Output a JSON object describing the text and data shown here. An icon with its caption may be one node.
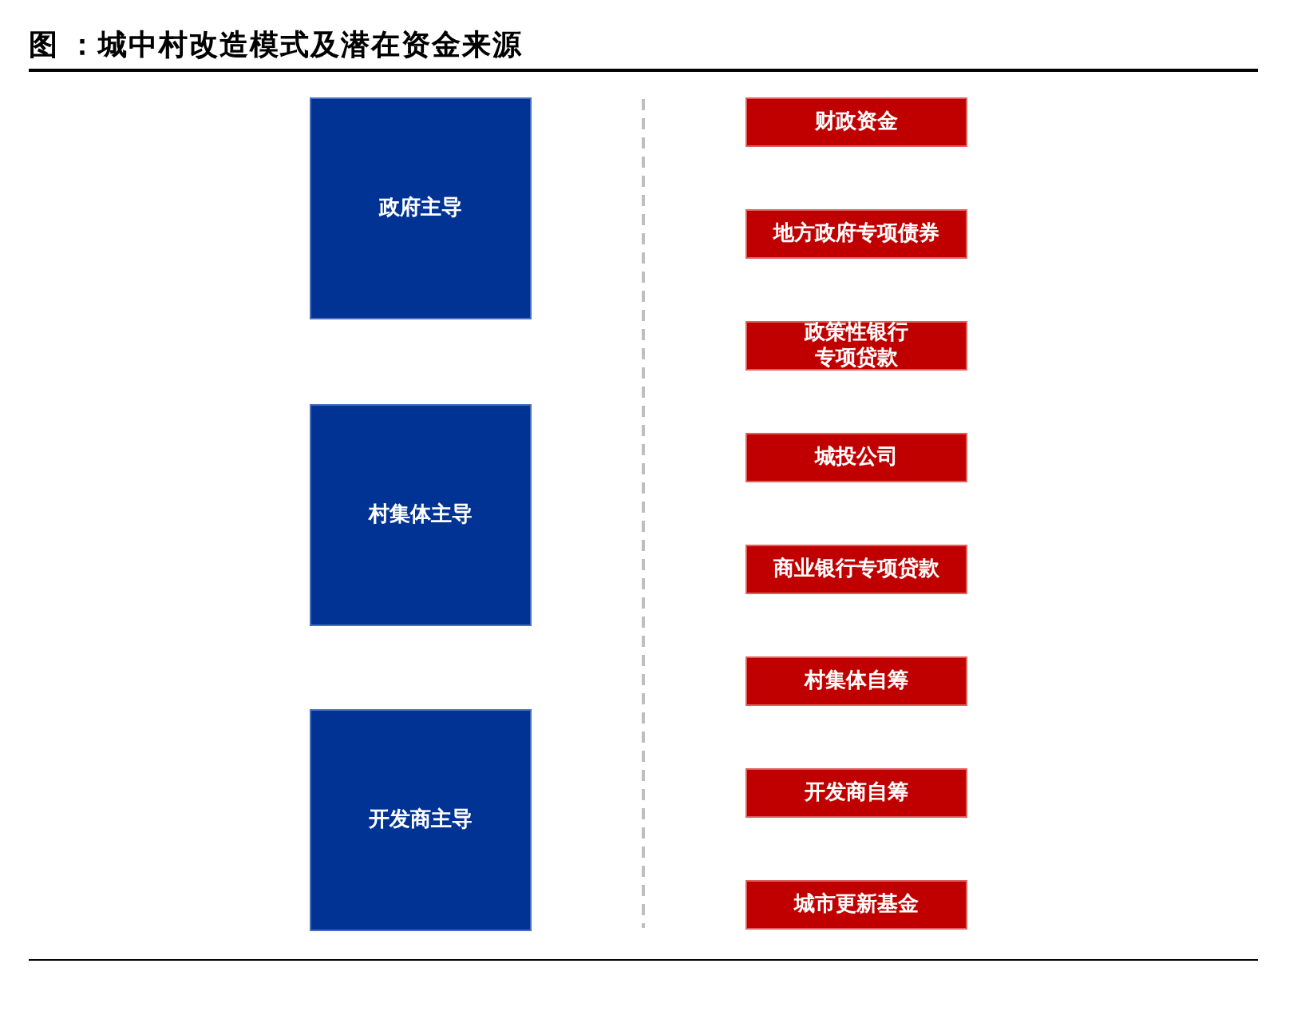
{
  "diagram": {
    "title": "图 ：城中村改造模式及潜在资金来源",
    "nodes": [
      {
        "text": [
          "政府主导"
        ]
      },
      {
        "text": [
          "村集体主导"
        ]
      },
      {
        "text": [
          "开发商主导"
        ]
      },
      {
        "text": [
          "财政资金"
        ]
      },
      {
        "text": [
          "地方政府专项债券"
        ]
      },
      {
        "text": [
          "政策性银行专项贷款"
        ]
      },
      {
        "text": [
          "城投公司"
        ]
      },
      {
        "text": [
          "商业银行专项贷款"
        ]
      },
      {
        "text": [
          "村集体自筹"
        ]
      },
      {
        "text": [
          "开发商自筹"
        ]
      },
      {
        "text": [
          "城市更新基金"
        ]
      }
    ]
  }
}
